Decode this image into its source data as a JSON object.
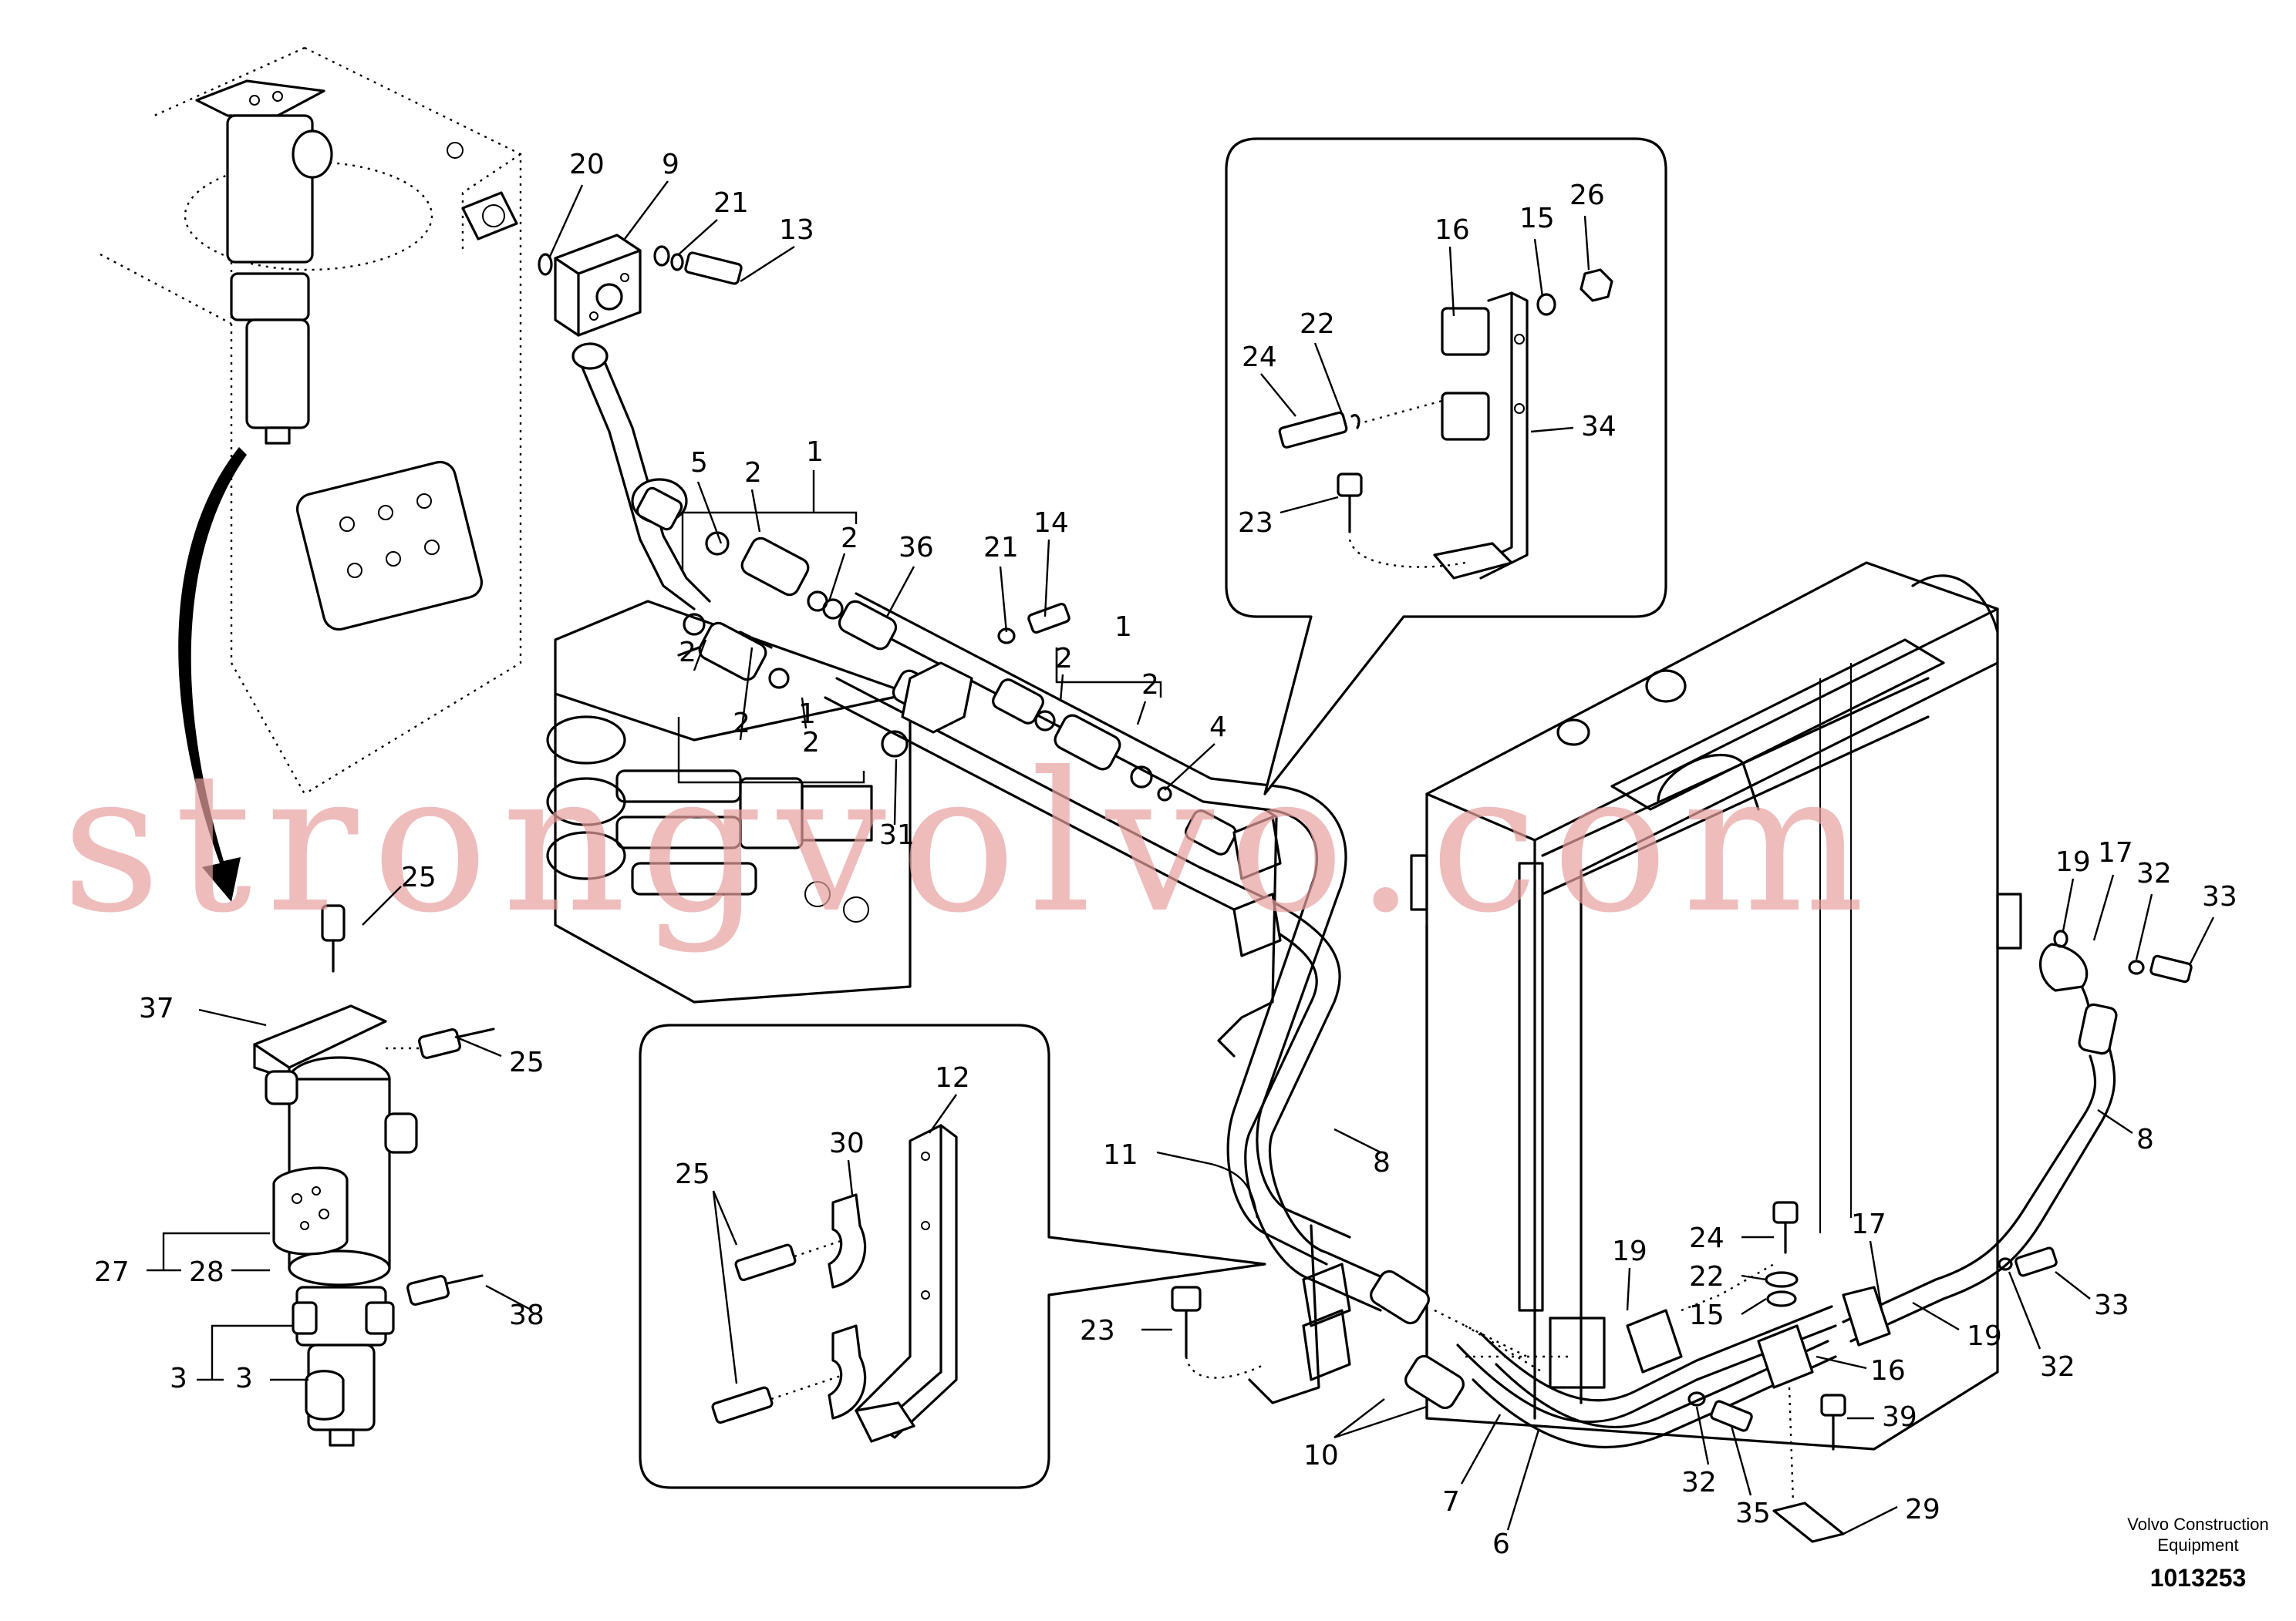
{
  "brand": {
    "line1": "Volvo Construction",
    "line2": "Equipment",
    "doc_number": "1013253"
  },
  "watermark": "strongvolvo.com",
  "callouts": [
    {
      "text": "20"
    },
    {
      "text": "9"
    },
    {
      "text": "21"
    },
    {
      "text": "13"
    },
    {
      "text": "5"
    },
    {
      "text": "2"
    },
    {
      "text": "1"
    },
    {
      "text": "2"
    },
    {
      "text": "36"
    },
    {
      "text": "21"
    },
    {
      "text": "14"
    },
    {
      "text": "2"
    },
    {
      "text": "2"
    },
    {
      "text": "1"
    },
    {
      "text": "2"
    },
    {
      "text": "1"
    },
    {
      "text": "2"
    },
    {
      "text": "2"
    },
    {
      "text": "4"
    },
    {
      "text": "31"
    },
    {
      "text": "16"
    },
    {
      "text": "15"
    },
    {
      "text": "26"
    },
    {
      "text": "22"
    },
    {
      "text": "24"
    },
    {
      "text": "34"
    },
    {
      "text": "23"
    },
    {
      "text": "25"
    },
    {
      "text": "37"
    },
    {
      "text": "25"
    },
    {
      "text": "27"
    },
    {
      "text": "28"
    },
    {
      "text": "38"
    },
    {
      "text": "3"
    },
    {
      "text": "3"
    },
    {
      "text": "12"
    },
    {
      "text": "30"
    },
    {
      "text": "25"
    },
    {
      "text": "11"
    },
    {
      "text": "8"
    },
    {
      "text": "23"
    },
    {
      "text": "10"
    },
    {
      "text": "7"
    },
    {
      "text": "6"
    },
    {
      "text": "19"
    },
    {
      "text": "24"
    },
    {
      "text": "22"
    },
    {
      "text": "15"
    },
    {
      "text": "16"
    },
    {
      "text": "32"
    },
    {
      "text": "35"
    },
    {
      "text": "39"
    },
    {
      "text": "29"
    },
    {
      "text": "17"
    },
    {
      "text": "19"
    },
    {
      "text": "33"
    },
    {
      "text": "32"
    },
    {
      "text": "8"
    },
    {
      "text": "19"
    },
    {
      "text": "17"
    },
    {
      "text": "32"
    },
    {
      "text": "33"
    }
  ]
}
